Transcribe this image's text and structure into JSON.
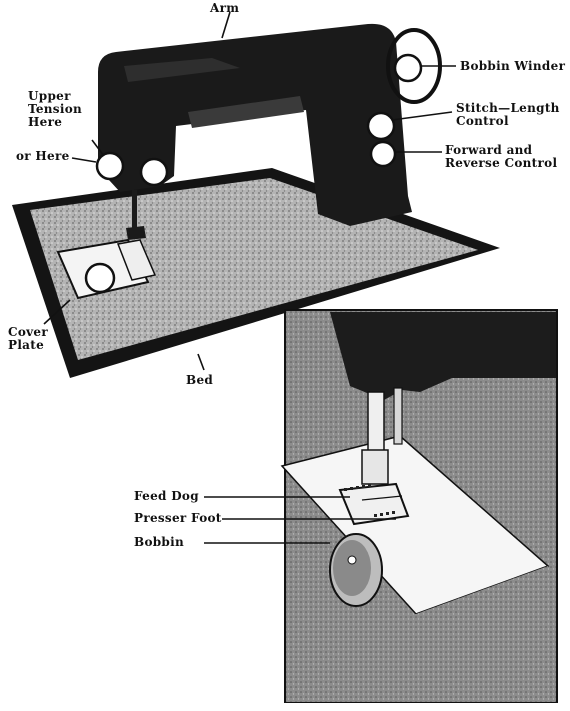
{
  "colors": {
    "ink": "#111111",
    "machine_body": "#1a1a1a",
    "bed_top": "#a8a8a8",
    "paper": "#ffffff",
    "inset_bg": "#8a8a8a",
    "plate": "#f2f2f2"
  },
  "figure": {
    "top": {
      "labels": {
        "arm": "Arm",
        "bobbin_winder": "Bobbin Winder",
        "upper_tension_1": "Upper",
        "upper_tension_2": "Tension",
        "upper_tension_3": "Here",
        "or_here": "or Here",
        "stitch_length_1": "Stitch—Length",
        "stitch_length_2": "Control",
        "forward_reverse_1": "Forward and",
        "forward_reverse_2": "Reverse Control",
        "cover_plate_1": "Cover",
        "cover_plate_2": "Plate",
        "bed": "Bed"
      }
    },
    "inset": {
      "labels": {
        "feed_dog": "Feed Dog",
        "presser_foot": "Presser Foot",
        "bobbin": "Bobbin"
      }
    }
  }
}
